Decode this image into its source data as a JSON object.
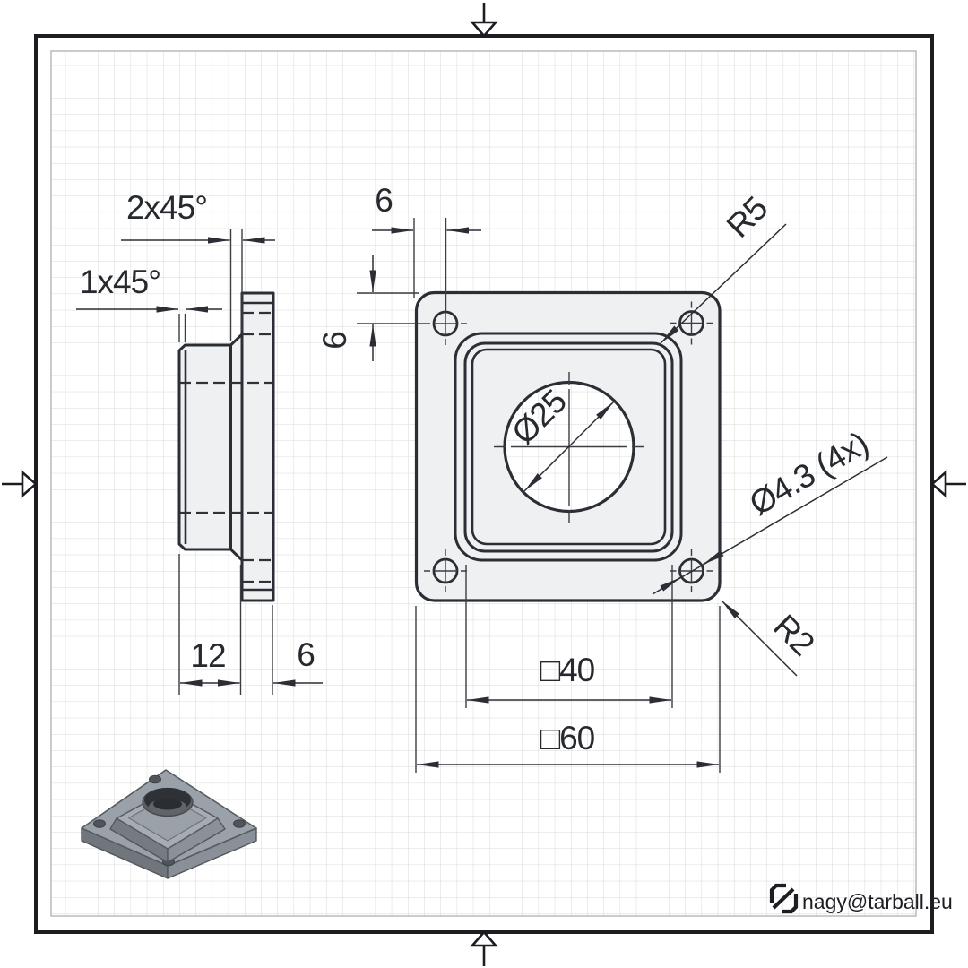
{
  "sheet": {
    "watermark_email": "nagy@tarball.eu"
  },
  "side_view": {
    "chamfer_small": "1x45°",
    "chamfer_large": "2x45°",
    "boss_depth": "12",
    "plate_thickness": "6"
  },
  "front_view": {
    "hole_offset_h": "6",
    "hole_offset_v": "6",
    "center_hole": "Ø25",
    "boss_corner_radius": "R5",
    "bolt_holes": "Ø4.3 (4x)",
    "plate_corner_radius": "R2",
    "boss_square": "□40",
    "plate_square": "□60"
  },
  "colors": {
    "outline": "#2b2e34",
    "thin_line": "#3a3d42",
    "part_fill": "#eef0f2",
    "grid_line": "#d7d8da",
    "grid_border": "#b4b5b7",
    "frame": "#1b1d20",
    "iso_top": "#9aa1a8",
    "iso_side_light": "#8a9097",
    "iso_side_dark": "#71767d",
    "iso_hole": "#2e3237"
  }
}
